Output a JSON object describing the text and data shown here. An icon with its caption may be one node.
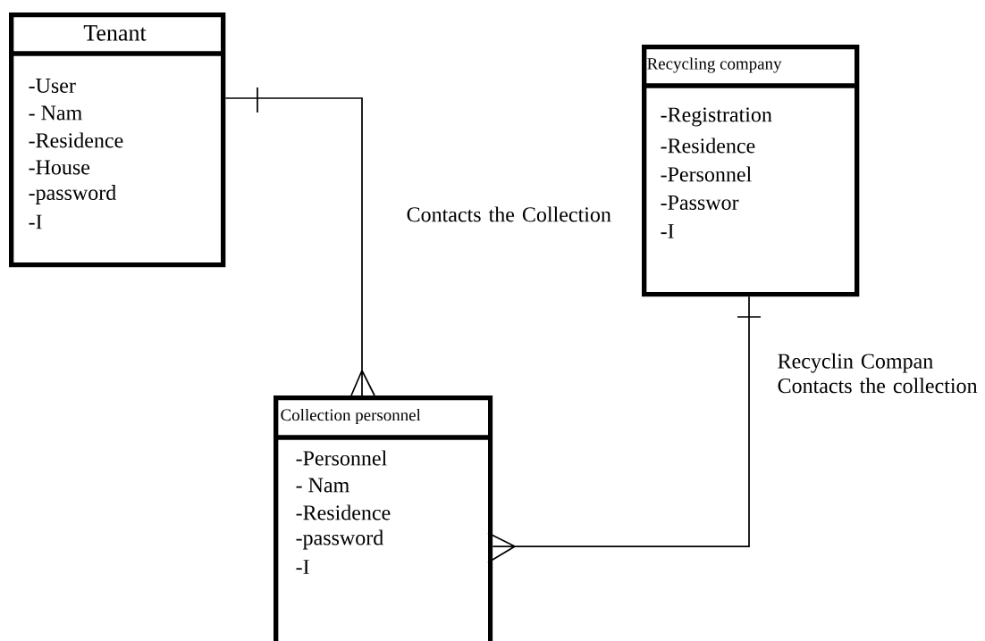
{
  "diagram": {
    "nodes": [
      {
        "text": [
          "Tenant",
          "-User",
          "- Nam",
          "-Residence",
          "-House",
          "-password",
          "-I"
        ]
      },
      {
        "text": [
          "Recycling company",
          "-Registration",
          "-Residence",
          "-Personnel",
          "-Passwor",
          "-I"
        ]
      },
      {
        "text": [
          "Collection personnel",
          "-Personnel",
          "- Nam",
          "-Residence",
          "-password",
          "-I"
        ]
      }
    ],
    "edges": [
      {
        "from": 0,
        "to": 2,
        "arrow": "other",
        "label": "Contacts the Collection"
      },
      {
        "from": 1,
        "to": 2,
        "arrow": "other",
        "label": "Recyclin Compan Contacts the collection"
      }
    ]
  }
}
